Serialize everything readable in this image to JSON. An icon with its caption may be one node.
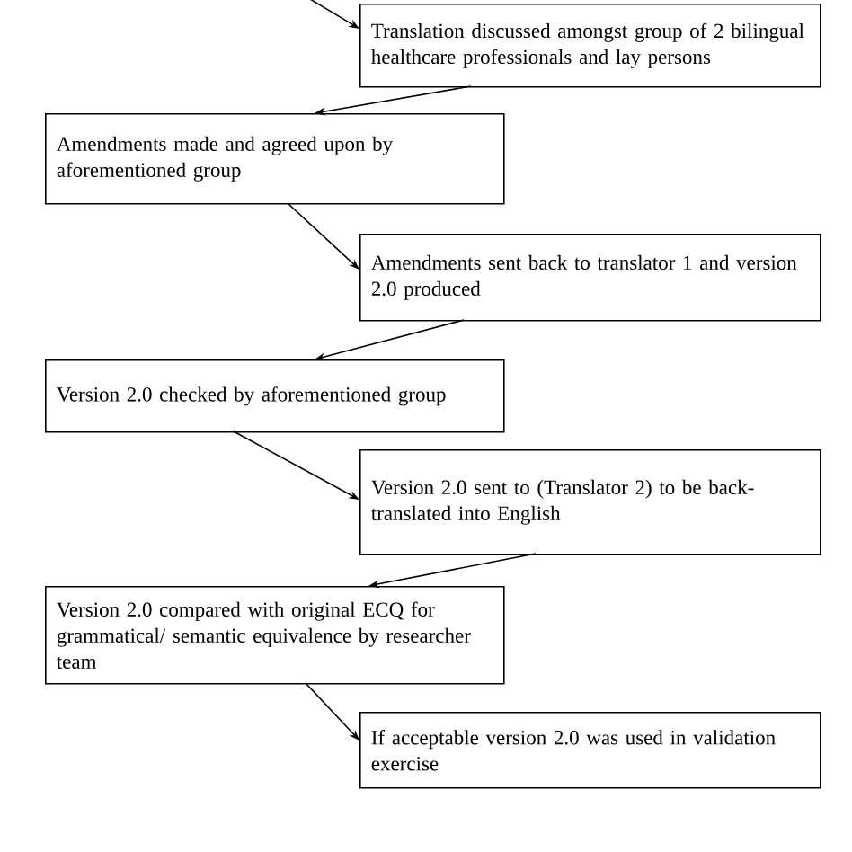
{
  "diagram": {
    "nodes": [
      {
        "text": [
          "Translation discussed amongst group of 2 bilingual healthcare professionals and lay persons"
        ]
      },
      {
        "text": [
          "Amendments made and agreed upon by aforementioned group"
        ]
      },
      {
        "text": [
          "Amendments sent back to translator 1 and version 2.0 produced"
        ]
      },
      {
        "text": [
          "Version 2.0 checked by aforementioned group"
        ]
      },
      {
        "text": [
          "Version 2.0 sent to (Translator 2) to be back-translated into English"
        ]
      },
      {
        "text": [
          "Version 2.0 compared with original ECQ for grammatical/ semantic equivalence by researcher team"
        ]
      },
      {
        "text": [
          "If acceptable version 2.0 was used in validation exercise"
        ]
      }
    ],
    "edges": [
      {
        "from": null,
        "to": 0,
        "arrow": "to"
      },
      {
        "from": 0,
        "to": 1,
        "arrow": "to"
      },
      {
        "from": 1,
        "to": 2,
        "arrow": "to"
      },
      {
        "from": 2,
        "to": 3,
        "arrow": "to"
      },
      {
        "from": 3,
        "to": 4,
        "arrow": "to"
      },
      {
        "from": 4,
        "to": 5,
        "arrow": "to"
      },
      {
        "from": 5,
        "to": 6,
        "arrow": "to"
      }
    ]
  }
}
